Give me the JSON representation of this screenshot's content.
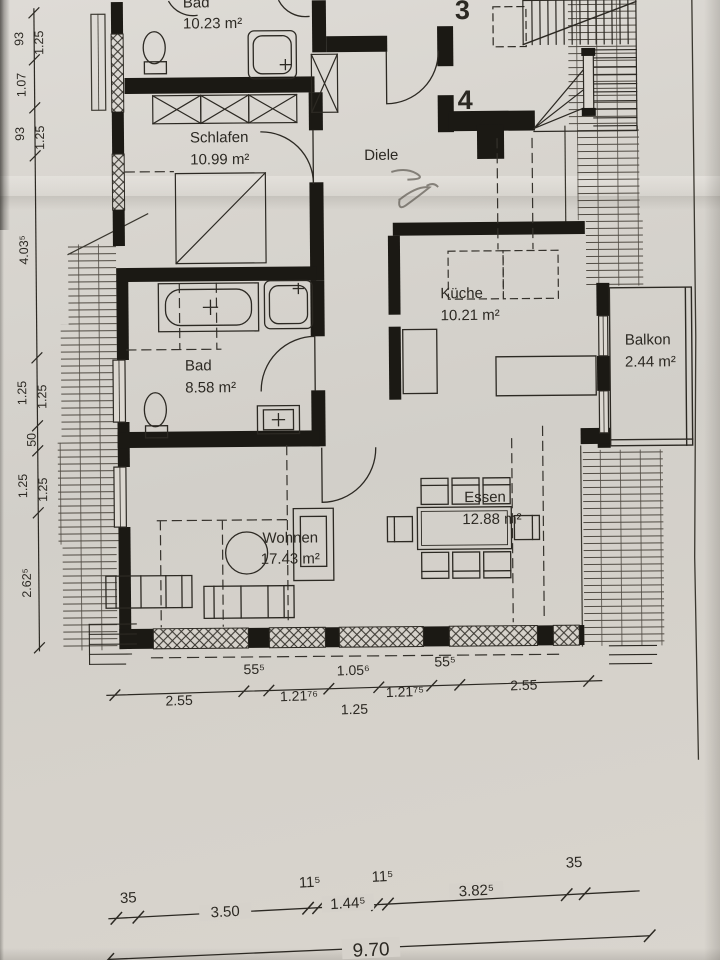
{
  "plan": {
    "rooms": [
      {
        "name": "Bad",
        "area": "10.23 m²"
      },
      {
        "name": "Schlafen",
        "area": "10.99 m²"
      },
      {
        "name": "Diele",
        "area": ""
      },
      {
        "name": "Küche",
        "area": "10.21 m²"
      },
      {
        "name": "Balkon",
        "area": "2.44 m²"
      },
      {
        "name": "Bad",
        "area": "8.58 m²"
      },
      {
        "name": "Wohnen",
        "area": "17.43 m²"
      },
      {
        "name": "Essen",
        "area": "12.88 m²"
      }
    ],
    "unit_numbers": [
      "3",
      "4"
    ],
    "dims": {
      "left": [
        "93",
        "1.25",
        "1.07",
        "93",
        "1.25",
        "4.03⁵",
        "1.25",
        "1.25",
        "50",
        "1.25",
        "1.25",
        "2.62⁵"
      ],
      "bottom_upper": [
        "55⁵",
        "1.05⁶",
        "55⁵"
      ],
      "bottom_main": [
        "2.55",
        "1.21⁷⁶",
        "1.21⁷⁵",
        "2.55"
      ],
      "bottom_lower": [
        "1.25"
      ],
      "scale_upper": [
        "35",
        "11⁵",
        "11⁵",
        "35"
      ],
      "scale_main": [
        "3.50",
        "1.44⁵",
        "3.82⁵"
      ],
      "total": "9.70"
    },
    "colors": {
      "ink": "#2c2923",
      "wall": "#1b1914",
      "paper": "#d6d2cb"
    }
  }
}
